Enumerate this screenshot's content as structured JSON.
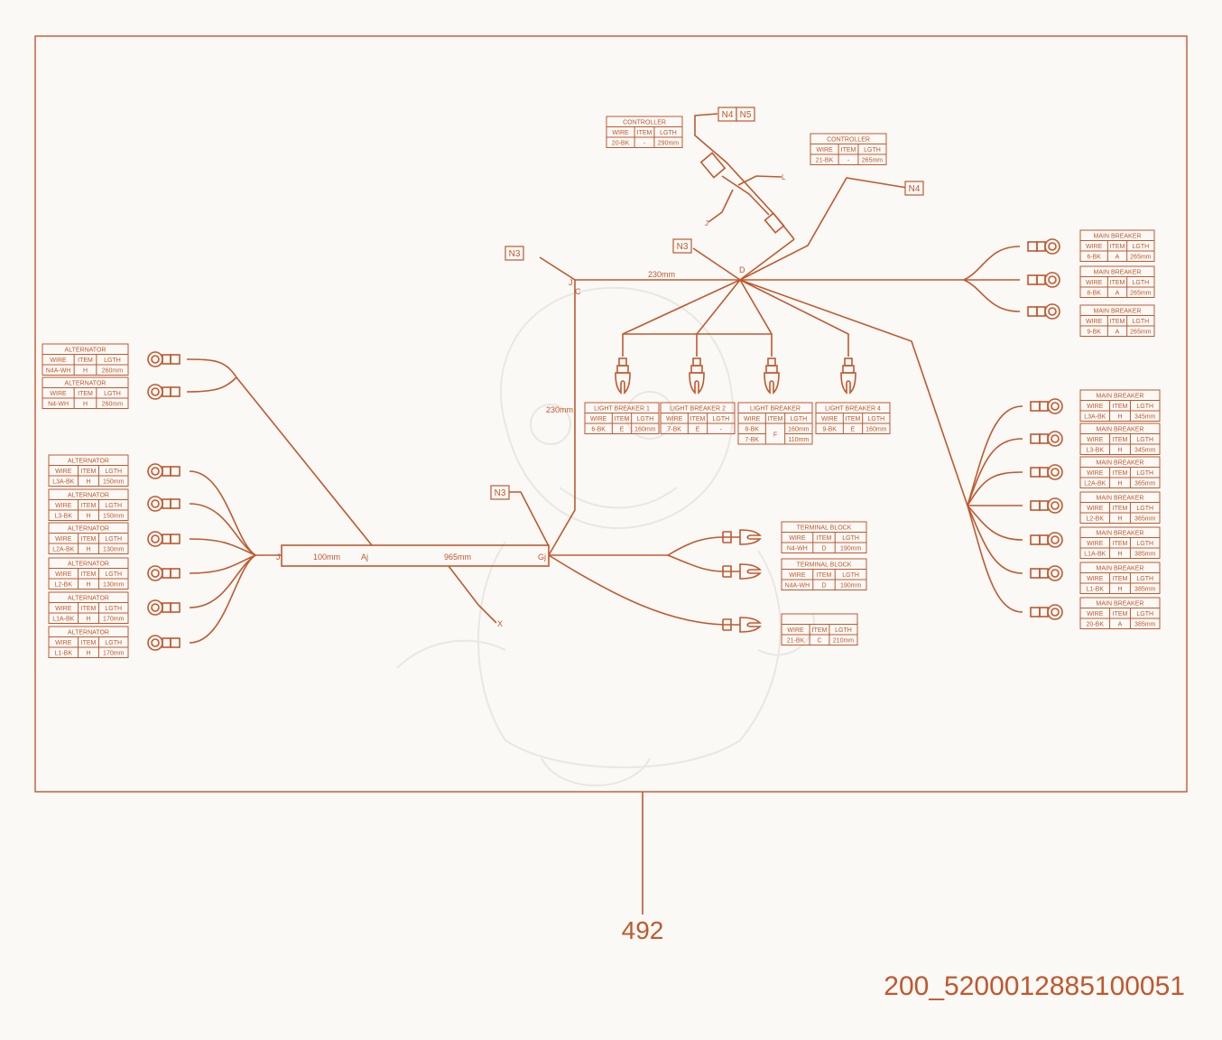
{
  "labels": {
    "len_230_h": "230mm",
    "len_230_v": "230mm",
    "len_100": "100mm",
    "len_965": "965mm",
    "pt_D": "D",
    "pt_C": "C",
    "pt_J": "J",
    "pt_Aj": "Aj",
    "pt_Gj": "Gj",
    "pt_Jj": "J",
    "pt_X": "X",
    "pt_L": "L",
    "pt_J2": "J"
  },
  "nodes": {
    "n4a": "N4",
    "n5": "N5",
    "n4b": "N4",
    "n3a": "N3",
    "n3b": "N3",
    "n3c": "N3"
  },
  "table_headers": {
    "wire": "WIRE",
    "item": "ITEM",
    "lgth": "LGTH"
  },
  "tables": {
    "ctrl1": {
      "title": "CONTROLLER",
      "wire": "20-BK",
      "item": "-",
      "lgth": "290mm"
    },
    "ctrl2": {
      "title": "CONTROLLER",
      "wire": "21-BK",
      "item": "-",
      "lgth": "265mm"
    },
    "mb1": {
      "title": "MAIN BREAKER",
      "wire": "6-BK",
      "item": "A",
      "lgth": "265mm"
    },
    "mb2": {
      "title": "MAIN BREAKER",
      "wire": "8-BK",
      "item": "A",
      "lgth": "265mm"
    },
    "mb3": {
      "title": "MAIN BREAKER",
      "wire": "9-BK",
      "item": "A",
      "lgth": "265mm"
    },
    "lb1": {
      "title": "LIGHT BREAKER 1",
      "wire": "6-BK",
      "item": "E",
      "lgth": "160mm"
    },
    "lb2": {
      "title": "LIGHT BREAKER 2",
      "wire": "7-BK",
      "item": "E",
      "lgth": "-"
    },
    "lb3": {
      "title": "LIGHT BREAKER",
      "wire": "8-BK",
      "wire2": "7-BK",
      "item": "F",
      "lgth": "160mm",
      "lgth2": "110mm"
    },
    "lb4": {
      "title": "LIGHT BREAKER 4",
      "wire": "9-BK",
      "item": "E",
      "lgth": "160mm"
    },
    "alt1": {
      "title": "ALTERNATOR",
      "wire": "N4A-WH",
      "item": "H",
      "lgth": "260mm"
    },
    "alt2": {
      "title": "ALTERNATOR",
      "wire": "N4-WH",
      "item": "H",
      "lgth": "260mm"
    },
    "alt3": {
      "title": "ALTERNATOR",
      "wire": "L3A-BK",
      "item": "H",
      "lgth": "150mm"
    },
    "alt4": {
      "title": "ALTERNATOR",
      "wire": "L3-BK",
      "item": "H",
      "lgth": "150mm"
    },
    "alt5": {
      "title": "ALTERNATOR",
      "wire": "L2A-BK",
      "item": "H",
      "lgth": "130mm"
    },
    "alt6": {
      "title": "ALTERNATOR",
      "wire": "L2-BK",
      "item": "H",
      "lgth": "130mm"
    },
    "alt7": {
      "title": "ALTERNATOR",
      "wire": "L1A-BK",
      "item": "H",
      "lgth": "170mm"
    },
    "alt8": {
      "title": "ALTERNATOR",
      "wire": "L1-BK",
      "item": "H",
      "lgth": "170mm"
    },
    "tb1": {
      "title": "TERMINAL BLOCK",
      "wire": "N4-WH",
      "item": "D",
      "lgth": "190mm"
    },
    "tb2": {
      "title": "TERMINAL BLOCK",
      "wire": "N4A-WH",
      "item": "D",
      "lgth": "190mm"
    },
    "tb3": {
      "title": "",
      "wire": "21-BK",
      "item": "C",
      "lgth": "210mm"
    },
    "mbr1": {
      "title": "MAIN BREAKER",
      "wire": "L3A-BK",
      "item": "H",
      "lgth": "345mm"
    },
    "mbr2": {
      "title": "MAIN BREAKER",
      "wire": "L3-BK",
      "item": "H",
      "lgth": "345mm"
    },
    "mbr3": {
      "title": "MAIN BREAKER",
      "wire": "L2A-BK",
      "item": "H",
      "lgth": "365mm"
    },
    "mbr4": {
      "title": "MAIN BREAKER",
      "wire": "L2-BK",
      "item": "H",
      "lgth": "365mm"
    },
    "mbr5": {
      "title": "MAIN BREAKER",
      "wire": "L1A-BK",
      "item": "H",
      "lgth": "385mm"
    },
    "mbr6": {
      "title": "MAIN BREAKER",
      "wire": "L1-BK",
      "item": "H",
      "lgth": "385mm"
    },
    "mbr7": {
      "title": "MAIN BREAKER",
      "wire": "20-BK",
      "item": "A",
      "lgth": "385mm"
    }
  },
  "footer": {
    "callout": "492",
    "part_number": "200_5200012885100051"
  },
  "colors": {
    "ink": "#c1582d",
    "paper": "#faf9f6",
    "watermark": "#e2e0dc"
  }
}
